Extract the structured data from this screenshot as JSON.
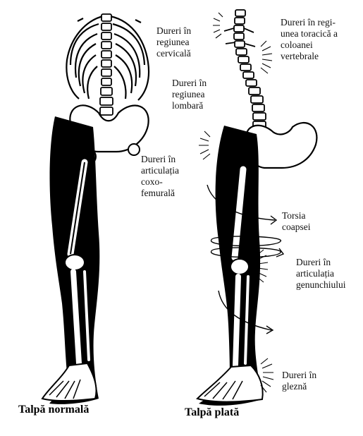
{
  "labels": {
    "cervical": "Dureri în\nregiunea\ncervicală",
    "thoracic": "Dureri în regi-\nunea toracică a\ncoloanei\nvertebrale",
    "lumbar": "Dureri în\nregiunea\nlombară",
    "hip": "Dureri în\narticulația\ncoxo-\nfemurală",
    "thigh_torsion": "Torsia\ncoapsei",
    "knee": "Dureri în\narticulația\ngenunchiului",
    "ankle": "Dureri în\ngleznă"
  },
  "captions": {
    "left": "Talpă normală",
    "right": "Talpă plată"
  }
}
